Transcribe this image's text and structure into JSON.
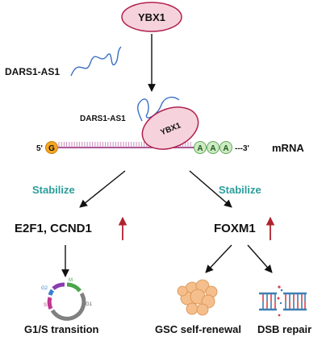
{
  "proteins": {
    "ybx1_top": "YBX1",
    "ybx1_bound": "YBX1"
  },
  "lncrna": {
    "free_label": "DARS1-AS1",
    "bound_label": "DARS1-AS1"
  },
  "mrna": {
    "five_prime": "5'",
    "cap": "G",
    "tail": [
      "A",
      "A",
      "A"
    ],
    "three_prime": "---3'",
    "label": "mRNA"
  },
  "pathways": {
    "left": {
      "stabilize": "Stabilize",
      "targets": "E2F1, CCND1",
      "outcome": "G1/S transition",
      "cell_cycle_phases": [
        "M",
        "G2",
        "S",
        "G1"
      ]
    },
    "right": {
      "stabilize": "Stabilize",
      "target": "FOXM1",
      "outcome_left": "GSC self-renewal",
      "outcome_right": "DSB repair"
    }
  },
  "colors": {
    "ybx1_fill": "#f6d3dc",
    "ybx1_stroke": "#b2204f",
    "rna_squiggle": "#3a6fc4",
    "mrna_strand": "#a8508f",
    "cap_fill": "#f5a623",
    "polya_fill": "#cfeac4",
    "teal": "#2a9d9a",
    "upregulation_arrow": "#b0222e",
    "cell_cluster": "#f4bf8c",
    "dna_red": "#d9404b",
    "dna_blue": "#3a7fb5"
  }
}
